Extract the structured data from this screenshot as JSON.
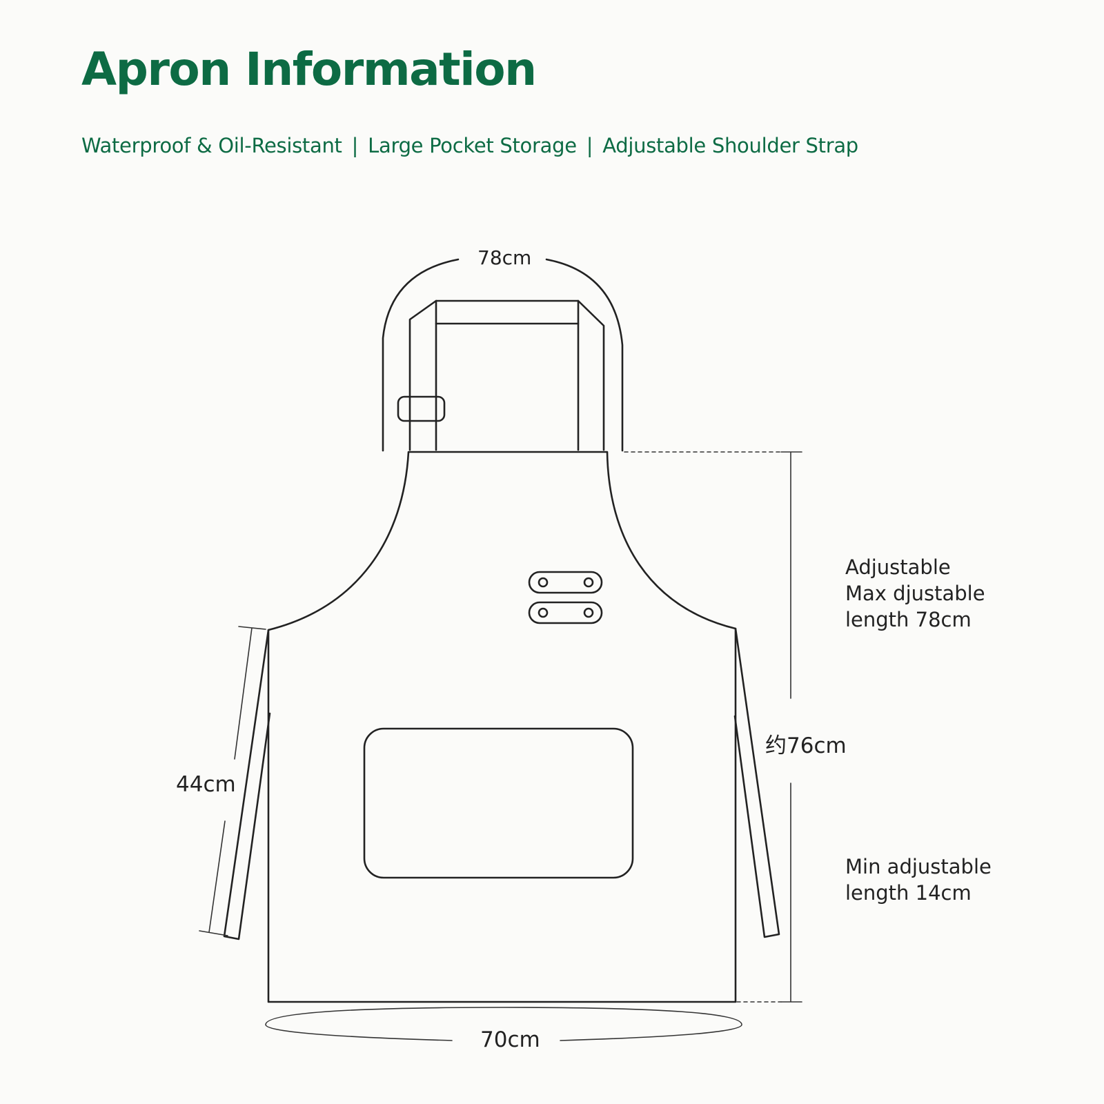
{
  "title": "Apron Information",
  "features": [
    "Waterproof & Oil-Resistant",
    "Large Pocket Storage",
    "Adjustable Shoulder Strap"
  ],
  "dimensions": {
    "neck_strap": "78cm",
    "tie_length": "44cm",
    "apron_length": "约76cm",
    "bottom_width": "70cm"
  },
  "notes": {
    "adjustable_line1": "Adjustable",
    "adjustable_line2": "Max djustable",
    "adjustable_line3": "length 78cm",
    "min_line1": "Min adjustable",
    "min_line2": "length 14cm"
  },
  "colors": {
    "accent": "#0d6b44",
    "line": "#222222"
  }
}
